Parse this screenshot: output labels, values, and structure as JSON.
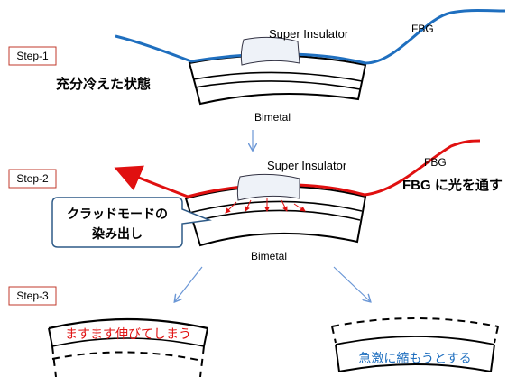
{
  "steps": [
    {
      "label": "Step-1"
    },
    {
      "label": "Step-2"
    },
    {
      "label": "Step-3"
    }
  ],
  "step1": {
    "state_text": "充分冷えた状態",
    "insulator_label": "Super Insulator",
    "fbg_label": "FBG",
    "bimetal_label": "Bimetal"
  },
  "step2": {
    "insulator_label": "Super Insulator",
    "fbg_label": "FBG",
    "action_text": "FBG に光を通す",
    "callout_line1": "クラッドモードの",
    "callout_line2": "染み出し",
    "bimetal_label": "Bimetal"
  },
  "step3": {
    "left_text": "ますます伸びてしまう",
    "right_text": "急激に縮もうとする"
  },
  "colors": {
    "fiber_cold": "#1f6fbf",
    "fiber_hot": "#e01010",
    "step_border": "#c0392b",
    "callout_fill": "#ffffff",
    "callout_border": "#2e5a87",
    "arrow_blue": "#6b97d6",
    "right_text": "#1f6fbf"
  }
}
